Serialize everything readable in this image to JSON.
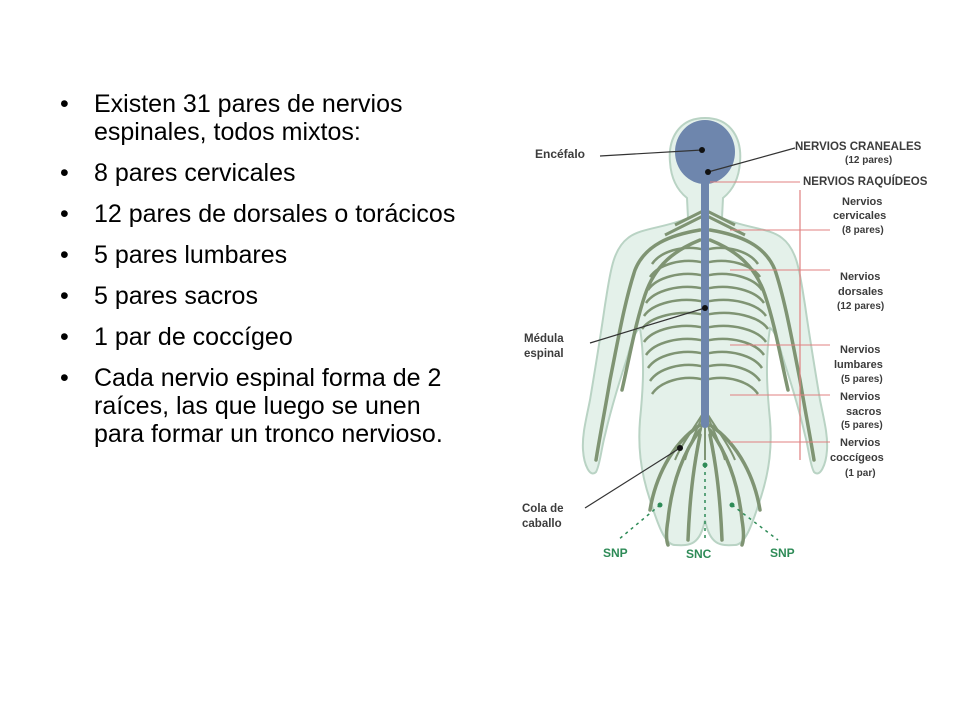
{
  "bullets": [
    "Existen 31 pares de nervios espinales, todos mixtos:",
    "8 pares cervicales",
    "12 pares de dorsales o torácicos",
    "5 pares lumbares",
    "5 pares sacros",
    "1 par de coccígeo",
    "Cada nervio espinal forma de 2 raíces, las que luego se unen para formar un tronco nervioso."
  ],
  "bullet_char": "•",
  "figure": {
    "encefalo": "Encéfalo",
    "nervios_craneales": "NERVIOS CRANEALES",
    "craneales_pares": "(12 pares)",
    "nervios_raquideos": "NERVIOS RAQUÍDEOS",
    "cervicales_1": "Nervios",
    "cervicales_2": "cervicales",
    "cervicales_pares": "(8 pares)",
    "dorsales_1": "Nervios",
    "dorsales_2": "dorsales",
    "dorsales_pares": "(12 pares)",
    "medula_1": "Médula",
    "medula_2": "espinal",
    "lumbares_1": "Nervios",
    "lumbares_2": "lumbares",
    "lumbares_pares": "(5 pares)",
    "sacros_1": "Nervios",
    "sacros_2": "sacros",
    "sacros_pares": "(5 pares)",
    "coccigeos_1": "Nervios",
    "coccigeos_2": "coccígeos",
    "coccigeos_pares": "(1 par)",
    "cola_1": "Cola de",
    "cola_2": "caballo",
    "snp_left": "SNP",
    "snc": "SNC",
    "snp_right": "SNP"
  },
  "colors": {
    "body_fill": "#e4f1ea",
    "body_outline": "#b9d3c4",
    "nerve": "#7f9473",
    "cns": "#6e86ad",
    "pointer": "#333333",
    "bracket": "#e08080",
    "snp_green": "#2e8b57"
  }
}
